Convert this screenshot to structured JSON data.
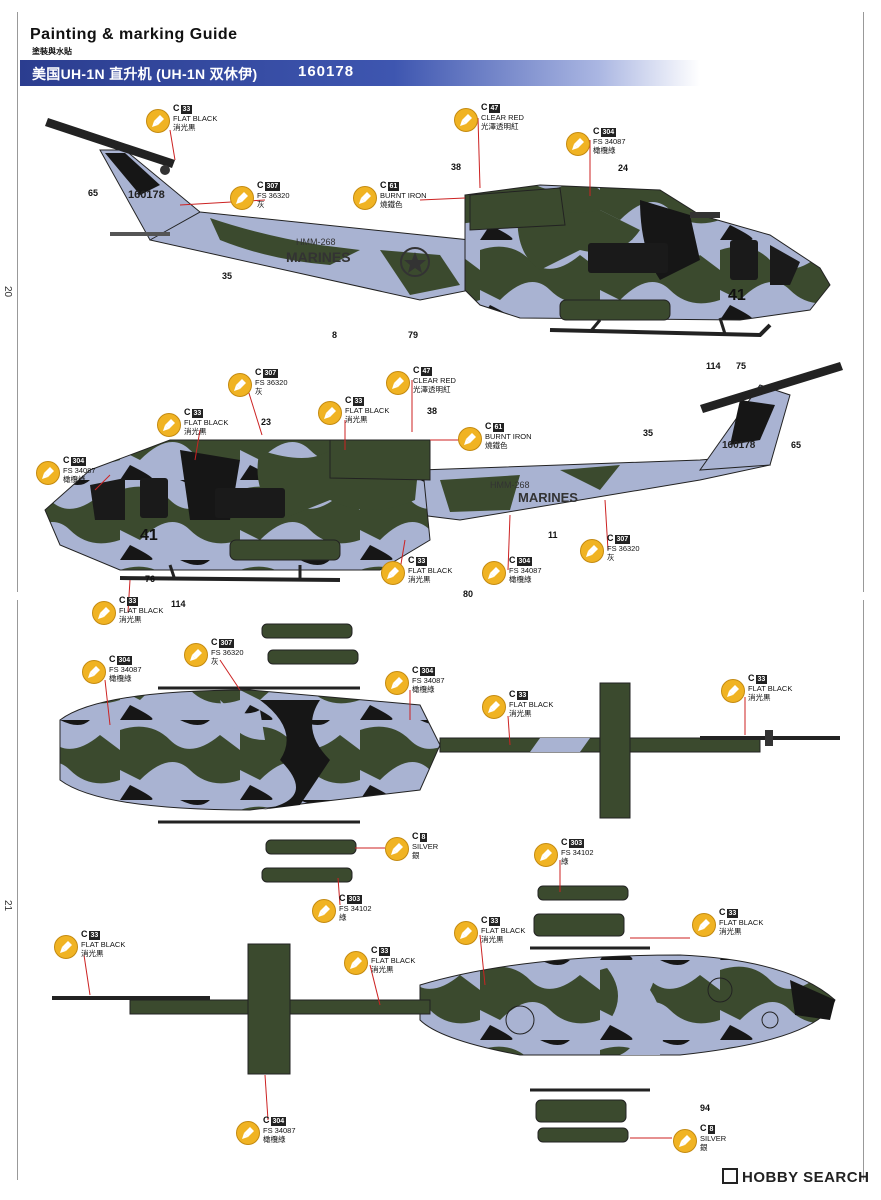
{
  "header": {
    "title": "Painting & marking Guide",
    "subtitle": "塗裝與水貼",
    "banner_text": "美国UH-1N 直升机 (UH-1N 双休伊)",
    "serial": "160178"
  },
  "page_numbers": {
    "top": "20",
    "bottom": "21"
  },
  "markings": {
    "tail_serial_left": "160178",
    "tail_serial_right": "160178",
    "squadron": "HMM-268",
    "branch": "MARINES",
    "side_number": "41"
  },
  "callouts": [
    {
      "id": "c1",
      "code": "C",
      "num": "33",
      "name": "FLAT BLACK",
      "jp": "消光黒"
    },
    {
      "id": "c2",
      "code": "C",
      "num": "47",
      "name": "CLEAR RED",
      "jp": "光澤透明紅"
    },
    {
      "id": "c3",
      "code": "C",
      "num": "304",
      "name": "FS 34087",
      "jp": "橄欖綠"
    },
    {
      "id": "c4",
      "code": "C",
      "num": "307",
      "name": "FS 36320",
      "jp": "灰"
    },
    {
      "id": "c5",
      "code": "C",
      "num": "61",
      "name": "BURNT  IRON",
      "jp": "燒鐵色"
    },
    {
      "id": "c6",
      "code": "C",
      "num": "307",
      "name": "FS 36320",
      "jp": "灰"
    },
    {
      "id": "c7",
      "code": "C",
      "num": "47",
      "name": "CLEAR RED",
      "jp": "光澤透明紅"
    },
    {
      "id": "c8",
      "code": "C",
      "num": "33",
      "name": "FLAT BLACK",
      "jp": "消光黒"
    },
    {
      "id": "c9",
      "code": "C",
      "num": "33",
      "name": "FLAT BLACK",
      "jp": "消光黒"
    },
    {
      "id": "c10",
      "code": "C",
      "num": "61",
      "name": "BURNT  IRON",
      "jp": "燒鐵色"
    },
    {
      "id": "c11",
      "code": "C",
      "num": "304",
      "name": "FS 34087",
      "jp": "橄欖綠"
    },
    {
      "id": "c12",
      "code": "C",
      "num": "33",
      "name": "FLAT BLACK",
      "jp": "消光黒"
    },
    {
      "id": "c13",
      "code": "C",
      "num": "304",
      "name": "FS 34087",
      "jp": "橄欖綠"
    },
    {
      "id": "c14",
      "code": "C",
      "num": "307",
      "name": "FS 36320",
      "jp": "灰"
    },
    {
      "id": "c15",
      "code": "C",
      "num": "33",
      "name": "FLAT BLACK",
      "jp": "消光黒"
    },
    {
      "id": "c16",
      "code": "C",
      "num": "304",
      "name": "FS 34087",
      "jp": "橄欖綠"
    },
    {
      "id": "c17",
      "code": "C",
      "num": "307",
      "name": "FS 36320",
      "jp": "灰"
    },
    {
      "id": "c18",
      "code": "C",
      "num": "304",
      "name": "FS 34087",
      "jp": "橄欖綠"
    },
    {
      "id": "c19",
      "code": "C",
      "num": "33",
      "name": "FLAT BLACK",
      "jp": "消光黒"
    },
    {
      "id": "c20",
      "code": "C",
      "num": "33",
      "name": "FLAT BLACK",
      "jp": "消光黒"
    },
    {
      "id": "c21",
      "code": "C",
      "num": "8",
      "name": "SILVER",
      "jp": "銀"
    },
    {
      "id": "c22",
      "code": "C",
      "num": "303",
      "name": "FS 34102",
      "jp": "綠"
    },
    {
      "id": "c23",
      "code": "C",
      "num": "303",
      "name": "FS 34102",
      "jp": "綠"
    },
    {
      "id": "c24",
      "code": "C",
      "num": "33",
      "name": "FLAT BLACK",
      "jp": "消光黒"
    },
    {
      "id": "c25",
      "code": "C",
      "num": "33",
      "name": "FLAT BLACK",
      "jp": "消光黒"
    },
    {
      "id": "c26",
      "code": "C",
      "num": "33",
      "name": "FLAT BLACK",
      "jp": "消光黒"
    },
    {
      "id": "c27",
      "code": "C",
      "num": "33",
      "name": "FLAT BLACK",
      "jp": "消光黒"
    },
    {
      "id": "c28",
      "code": "C",
      "num": "304",
      "name": "FS 34087",
      "jp": "橄欖綠"
    },
    {
      "id": "c29",
      "code": "C",
      "num": "8",
      "name": "SILVER",
      "jp": "銀"
    }
  ],
  "decal_numbers": {
    "n65a": "65",
    "n38a": "38",
    "n24": "24",
    "n35a": "35",
    "n8": "8",
    "n79": "79",
    "n114a": "114",
    "n75": "75",
    "n23": "23",
    "n38b": "38",
    "n35b": "35",
    "n65b": "65",
    "n11": "11",
    "n80": "80",
    "n76": "76",
    "n114b": "114",
    "n94": "94"
  },
  "watermark": "HOBBY SEARCH",
  "colors": {
    "banner": "#2b3d8f",
    "paint_badge": "#f0b323",
    "olive": "#3b4a2e",
    "grey_blue": "#a9b3d2",
    "black": "#161616"
  }
}
